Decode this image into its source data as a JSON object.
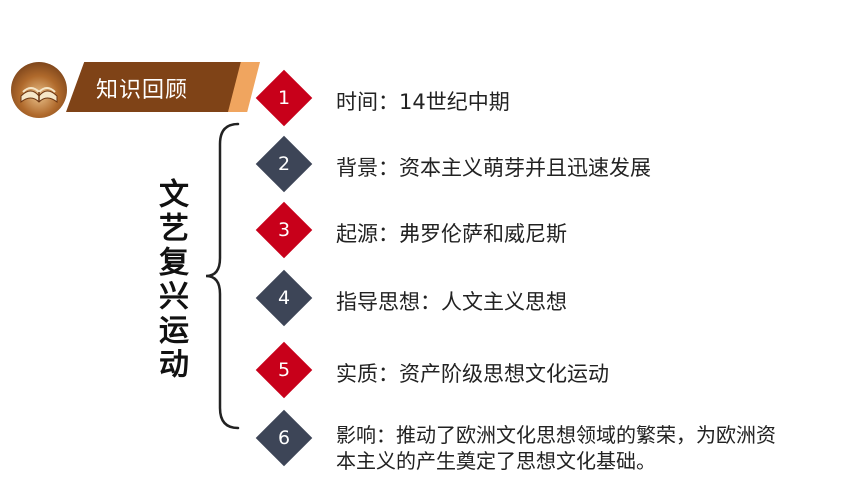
{
  "header": {
    "title": "知识回顾",
    "icon": "book-icon",
    "banner_color": "#7f4317",
    "accent_color": "#f0a55f"
  },
  "topic": "文艺复兴运动",
  "items": [
    {
      "number": "1",
      "text": "时间：14世纪中期",
      "color": "#c8001a"
    },
    {
      "number": "2",
      "text": "背景：资本主义萌芽并且迅速发展",
      "color": "#3d4557"
    },
    {
      "number": "3",
      "text": "起源：弗罗伦萨和威尼斯",
      "color": "#c8001a"
    },
    {
      "number": "4",
      "text": "指导思想：人文主义思想",
      "color": "#3d4557"
    },
    {
      "number": "5",
      "text": "实质：资产阶级思想文化运动",
      "color": "#c8001a"
    },
    {
      "number": "6",
      "text": "影响：推动了欧洲文化思想领域的繁荣，为欧洲资本主义的产生奠定了思想文化基础。",
      "color": "#3d4557"
    }
  ]
}
